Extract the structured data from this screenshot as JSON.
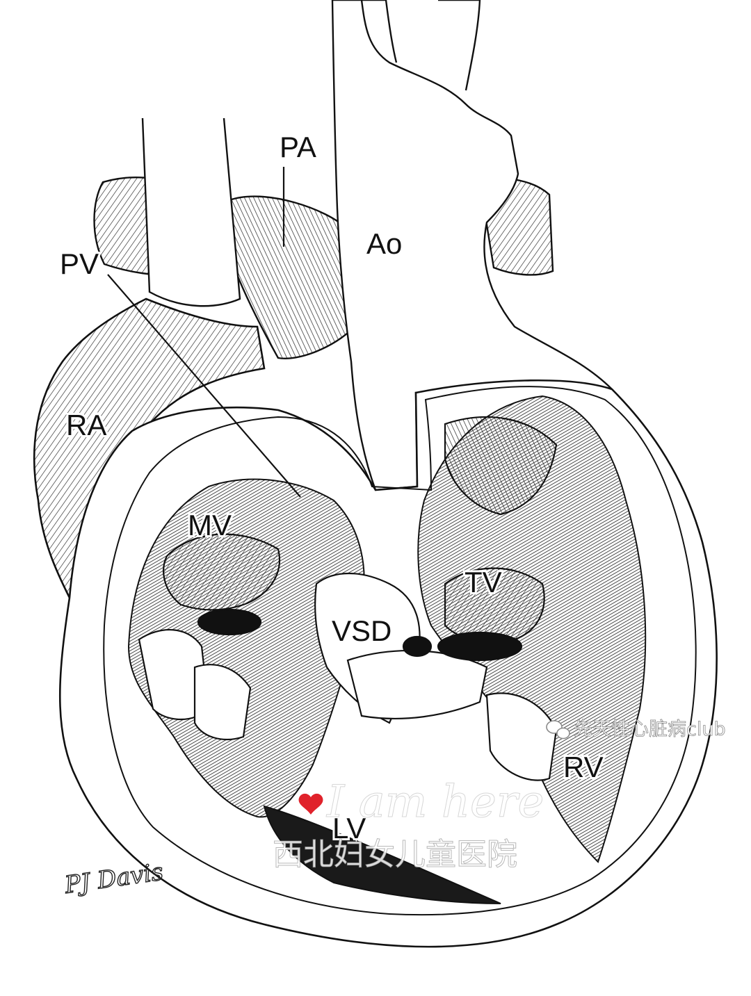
{
  "labels": {
    "pa": "PA",
    "ao": "Ao",
    "pv": "PV",
    "ra": "RA",
    "mv": "MV",
    "tv": "TV",
    "vsd": "VSD",
    "rv": "RV",
    "lv": "LV"
  },
  "watermark": {
    "script": "I am here",
    "hospital": "西北妇女儿童医院",
    "account": "先天性心脏病club",
    "account_icon": "wechat-icon",
    "heart_icon": "heart-icon",
    "heart_color": "#e0222b"
  },
  "signature": "PJ Davis",
  "colors": {
    "ink": "#111111",
    "paper": "#ffffff",
    "cavity": "#1a1a1a"
  }
}
